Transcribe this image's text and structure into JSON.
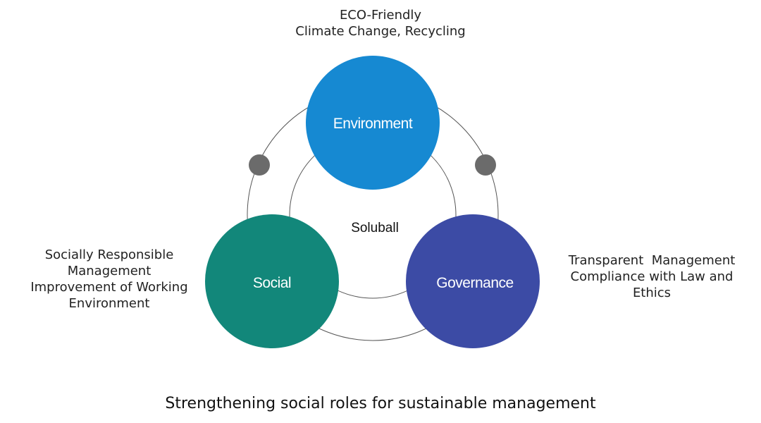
{
  "center_label": "Soluball",
  "pillars": {
    "environment": {
      "label": "Environment",
      "color": "#1689d2",
      "annotation": [
        "ECO-Friendly",
        "Climate Change, Recycling"
      ]
    },
    "social": {
      "label": "Social",
      "color": "#12877a",
      "annotation": [
        "Socially Responsible",
        "Management",
        "Improvement of Working",
        "Environment"
      ]
    },
    "governance": {
      "label": "Governance",
      "color": "#3c4ba5",
      "annotation": [
        "Transparent  Management",
        "Compliance with Law and",
        "Ethics"
      ]
    }
  },
  "connector_dot_color": "#6b6b6b",
  "ring_color": "#555555",
  "caption": "Strengthening social roles for sustainable management"
}
